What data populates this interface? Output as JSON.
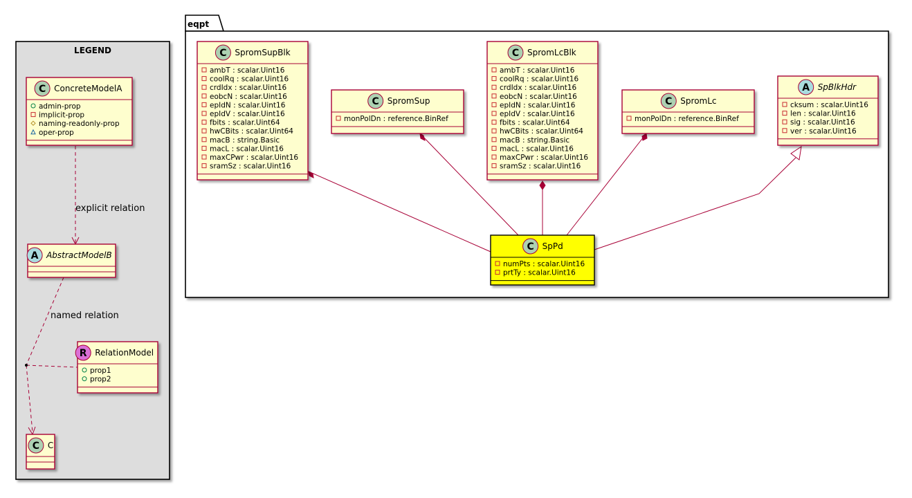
{
  "legend": {
    "title": "LEGEND",
    "classes": [
      {
        "name": "ConcreteModelA",
        "stereotype": "C",
        "members": [
          {
            "visibility": "public",
            "text": "admin-prop"
          },
          {
            "visibility": "private",
            "text": "implicit-prop"
          },
          {
            "visibility": "protected",
            "text": "naming-readonly-prop"
          },
          {
            "visibility": "package",
            "text": "oper-prop"
          }
        ]
      },
      {
        "name": "AbstractModelB",
        "stereotype": "A",
        "members": []
      },
      {
        "name": "RelationModel",
        "stereotype": "R",
        "members": [
          {
            "visibility": "public",
            "text": "prop1"
          },
          {
            "visibility": "public",
            "text": "prop2"
          }
        ]
      },
      {
        "name": "C",
        "stereotype": "C",
        "members": []
      }
    ],
    "relations": [
      {
        "label": "explicit relation"
      },
      {
        "label": "named relation"
      }
    ]
  },
  "package": {
    "name": "eqpt",
    "classes": [
      {
        "name": "SpromSupBlk",
        "stereotype": "C",
        "members": [
          {
            "visibility": "private",
            "text": "ambT : scalar.Uint16"
          },
          {
            "visibility": "private",
            "text": "coolRq : scalar.Uint16"
          },
          {
            "visibility": "private",
            "text": "crdIdx : scalar.Uint16"
          },
          {
            "visibility": "private",
            "text": "eobcN : scalar.Uint16"
          },
          {
            "visibility": "private",
            "text": "epIdN : scalar.Uint16"
          },
          {
            "visibility": "private",
            "text": "epIdV : scalar.Uint16"
          },
          {
            "visibility": "private",
            "text": "fbits : scalar.Uint64"
          },
          {
            "visibility": "private",
            "text": "hwCBits : scalar.Uint64"
          },
          {
            "visibility": "private",
            "text": "macB : string.Basic"
          },
          {
            "visibility": "private",
            "text": "macL : scalar.Uint16"
          },
          {
            "visibility": "private",
            "text": "maxCPwr : scalar.Uint16"
          },
          {
            "visibility": "private",
            "text": "sramSz : scalar.Uint16"
          }
        ]
      },
      {
        "name": "SpromSup",
        "stereotype": "C",
        "members": [
          {
            "visibility": "private",
            "text": "monPolDn : reference.BinRef"
          }
        ]
      },
      {
        "name": "SpromLcBlk",
        "stereotype": "C",
        "members": [
          {
            "visibility": "private",
            "text": "ambT : scalar.Uint16"
          },
          {
            "visibility": "private",
            "text": "coolRq : scalar.Uint16"
          },
          {
            "visibility": "private",
            "text": "crdIdx : scalar.Uint16"
          },
          {
            "visibility": "private",
            "text": "eobcN : scalar.Uint16"
          },
          {
            "visibility": "private",
            "text": "epIdN : scalar.Uint16"
          },
          {
            "visibility": "private",
            "text": "epIdV : scalar.Uint16"
          },
          {
            "visibility": "private",
            "text": "fbits : scalar.Uint64"
          },
          {
            "visibility": "private",
            "text": "hwCBits : scalar.Uint64"
          },
          {
            "visibility": "private",
            "text": "macB : string.Basic"
          },
          {
            "visibility": "private",
            "text": "macL : scalar.Uint16"
          },
          {
            "visibility": "private",
            "text": "maxCPwr : scalar.Uint16"
          },
          {
            "visibility": "private",
            "text": "sramSz : scalar.Uint16"
          }
        ]
      },
      {
        "name": "SpromLc",
        "stereotype": "C",
        "members": [
          {
            "visibility": "private",
            "text": "monPolDn : reference.BinRef"
          }
        ]
      },
      {
        "name": "SpBlkHdr",
        "stereotype": "A",
        "members": [
          {
            "visibility": "private",
            "text": "cksum : scalar.Uint16"
          },
          {
            "visibility": "private",
            "text": "len : scalar.Uint16"
          },
          {
            "visibility": "private",
            "text": "sig : scalar.Uint16"
          },
          {
            "visibility": "private",
            "text": "ver : scalar.Uint16"
          }
        ]
      },
      {
        "name": "SpPd",
        "stereotype": "C",
        "highlight": true,
        "members": [
          {
            "visibility": "private",
            "text": "numPts : scalar.Uint16"
          },
          {
            "visibility": "private",
            "text": "prtTy : scalar.Uint16"
          }
        ]
      }
    ]
  },
  "colors": {
    "class_fill": "#FEFECE",
    "class_border": "#A80036",
    "highlight_fill": "#FFFF00",
    "highlight_border": "#000000",
    "legend_fill": "#DDDDDD",
    "stereo_class": "#ADD1B2",
    "stereo_abstract": "#A9DCDF",
    "stereo_relation": "#DA70D6",
    "visibility_public": "#038048",
    "visibility_private": "#C82930",
    "visibility_protected": "#B38D22",
    "visibility_package": "#1963A0"
  }
}
